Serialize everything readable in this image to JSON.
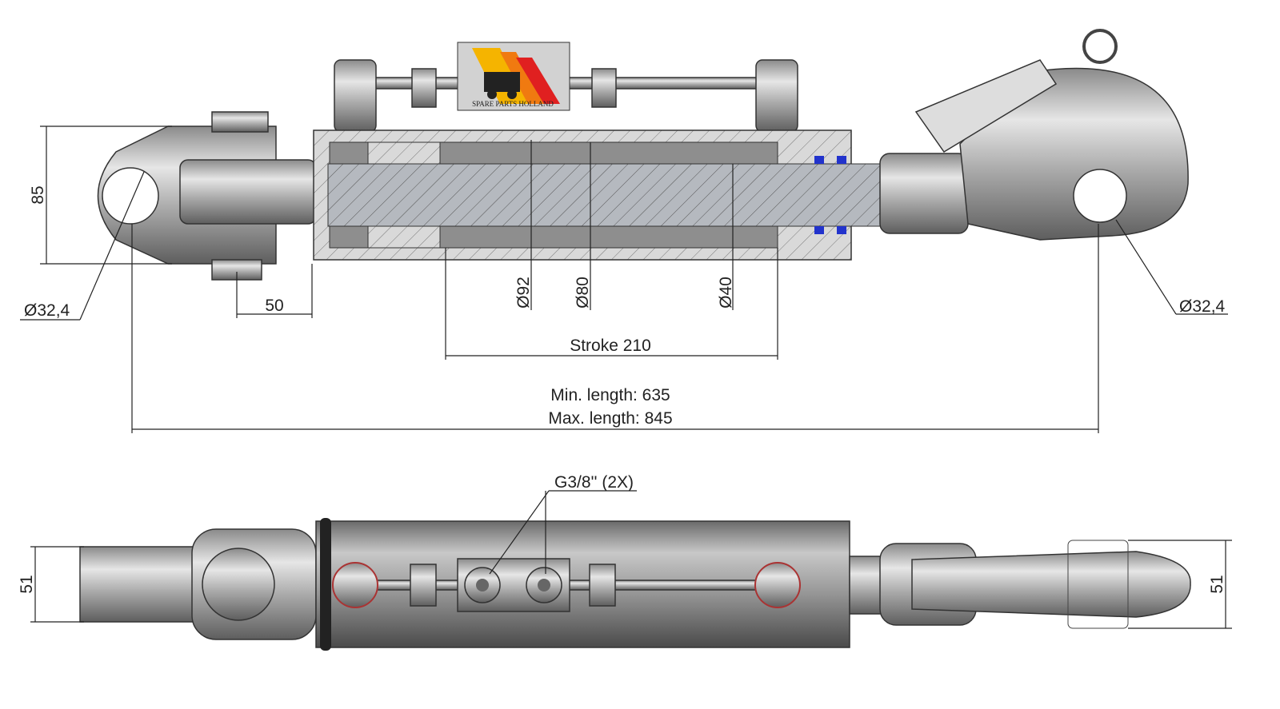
{
  "logo": {
    "text": "SPARE PARTS HOLLAND",
    "colors": [
      "#f5b400",
      "#f07a10",
      "#e02020"
    ]
  },
  "dimensions": {
    "clevis_height": "85",
    "tube_outer_dia": "Ø92",
    "bore_dia": "Ø80",
    "rod_dia": "Ø40",
    "offset": "50",
    "pin_left": "Ø32,4",
    "pin_right": "Ø32,4",
    "stroke": "Stroke  210",
    "min_length": "Min. length: 635",
    "max_length": "Max. length: 845",
    "ports": "G3/8'' (2X)",
    "width_left": "51",
    "width_right": "51"
  },
  "colors": {
    "steel": "#b8b8b8",
    "steel_dark": "#6e6e6e",
    "seal_blue": "#2233cc",
    "seal_red": "#c03030"
  }
}
